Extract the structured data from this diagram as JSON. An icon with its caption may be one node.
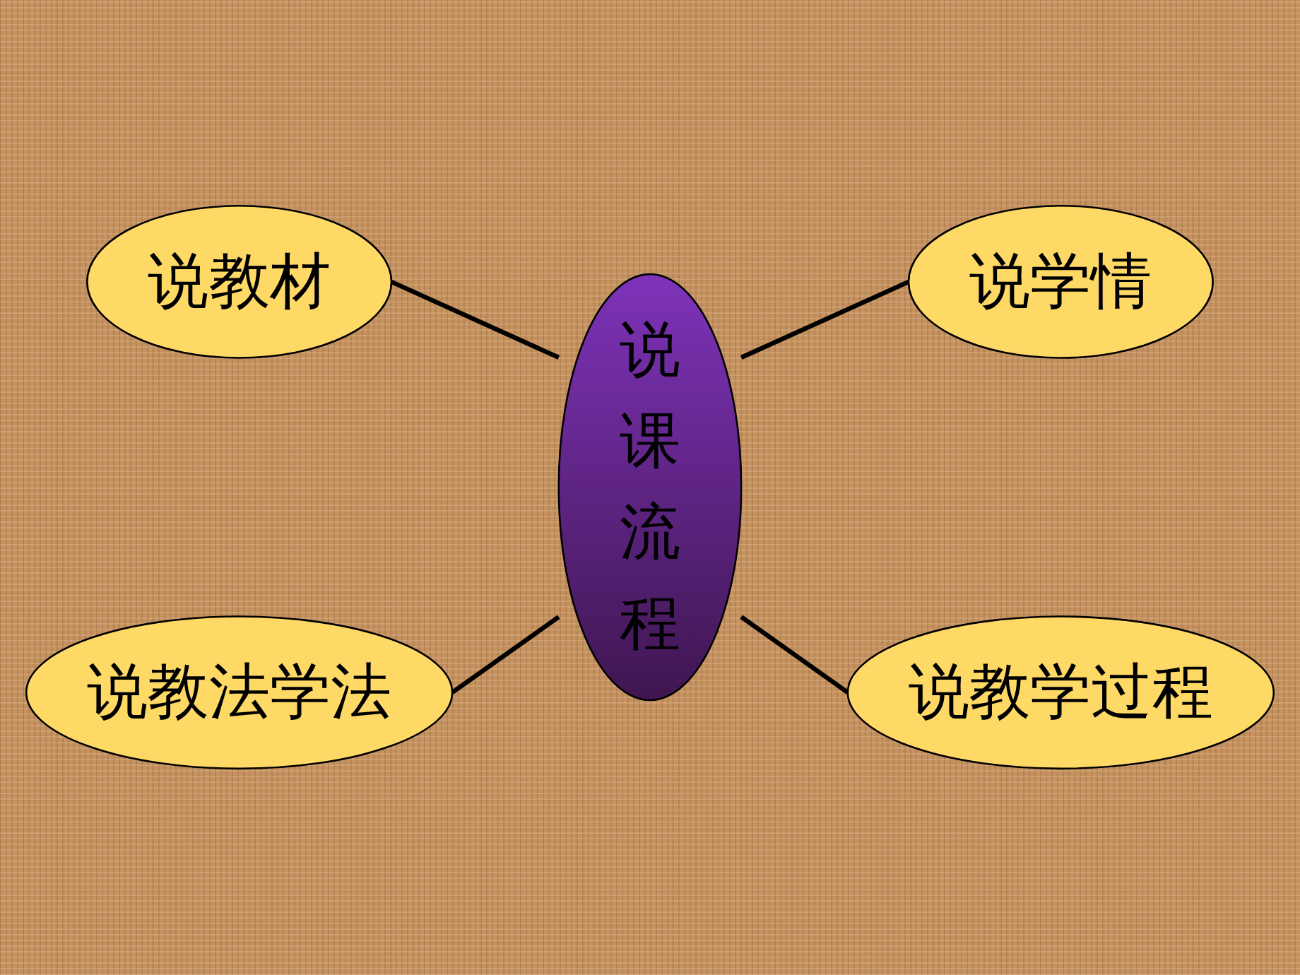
{
  "diagram": {
    "nodes": [
      {
        "text": [
          "说教材"
        ]
      },
      {
        "text": [
          "说学情"
        ]
      },
      {
        "text": [
          "说课流程"
        ]
      },
      {
        "text": [
          "说教法学法"
        ]
      },
      {
        "text": [
          "说教学过程"
        ]
      }
    ],
    "edges": [
      {
        "from": 0,
        "to": 2,
        "arrow": "none"
      },
      {
        "from": 2,
        "to": 1,
        "arrow": "none"
      },
      {
        "from": 3,
        "to": 2,
        "arrow": "none"
      },
      {
        "from": 2,
        "to": 4,
        "arrow": "none"
      }
    ]
  }
}
